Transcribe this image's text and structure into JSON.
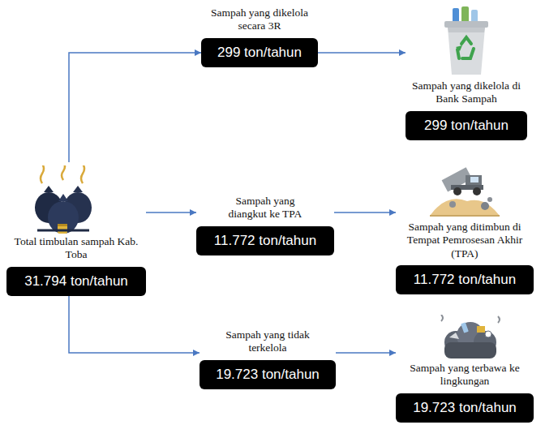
{
  "diagram": {
    "nodes": [
      {
        "text": [
          "Total timbulan sampah Kab. Toba",
          "31.794 ton/tahun"
        ]
      },
      {
        "text": [
          "Sampah yang dikelola secara 3R",
          "299 ton/tahun"
        ]
      },
      {
        "text": [
          "Sampah yang dikelola di Bank Sampah",
          "299 ton/tahun"
        ]
      },
      {
        "text": [
          "Sampah yang diangkut ke TPA",
          "11.772 ton/tahun"
        ]
      },
      {
        "text": [
          "Sampah yang ditimbun di Tempat Pemrosesan Akhir (TPA)",
          "11.772 ton/tahun"
        ]
      },
      {
        "text": [
          "Sampah yang tidak terkelola",
          "19.723 ton/tahun"
        ]
      },
      {
        "text": [
          "Sampah yang terbawa ke lingkungan",
          "19.723 ton/tahun"
        ]
      }
    ],
    "edges": [
      {
        "from": 0,
        "to": 1,
        "arrow": "to"
      },
      {
        "from": 1,
        "to": 2,
        "arrow": "to"
      },
      {
        "from": 0,
        "to": 3,
        "arrow": "to"
      },
      {
        "from": 3,
        "to": 4,
        "arrow": "to"
      },
      {
        "from": 0,
        "to": 5,
        "arrow": "to"
      },
      {
        "from": 5,
        "to": 6,
        "arrow": "to"
      }
    ]
  }
}
